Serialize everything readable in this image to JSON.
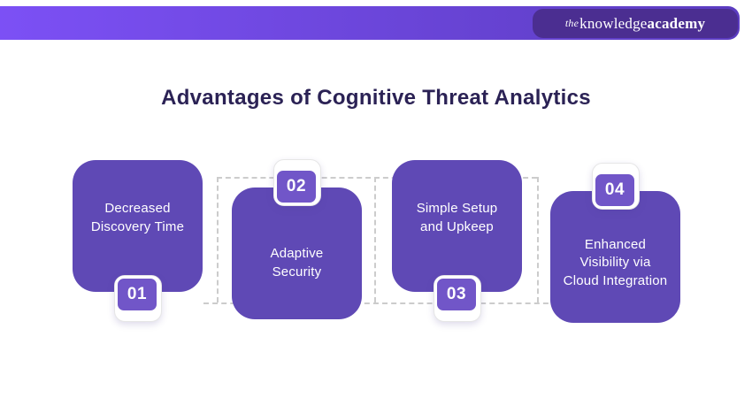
{
  "header": {
    "logo": {
      "the": "the",
      "knowledge": "knowledge",
      "academy": "academy"
    }
  },
  "title": "Advantages of Cognitive Threat Analytics",
  "cards": [
    {
      "number": "01",
      "lines": [
        "Decreased",
        "Discovery Time"
      ],
      "badge_position": "bottom"
    },
    {
      "number": "02",
      "lines": [
        "Adaptive",
        "Security"
      ],
      "badge_position": "top"
    },
    {
      "number": "03",
      "lines": [
        "Simple Setup",
        "and Upkeep"
      ],
      "badge_position": "bottom"
    },
    {
      "number": "04",
      "lines": [
        "Enhanced",
        "Visibility via",
        "Cloud Integration"
      ],
      "badge_position": "top"
    }
  ],
  "colors": {
    "header_gradient_left": "#7c50f5",
    "header_gradient_right": "#5b3cc0",
    "logo_pill": "#4b2e91",
    "title_text": "#2b2255",
    "card_fill": "#5f49b5",
    "badge_fill": "#7156c8",
    "card_text": "#ffffff",
    "connector_dotted": "#cccccc"
  }
}
